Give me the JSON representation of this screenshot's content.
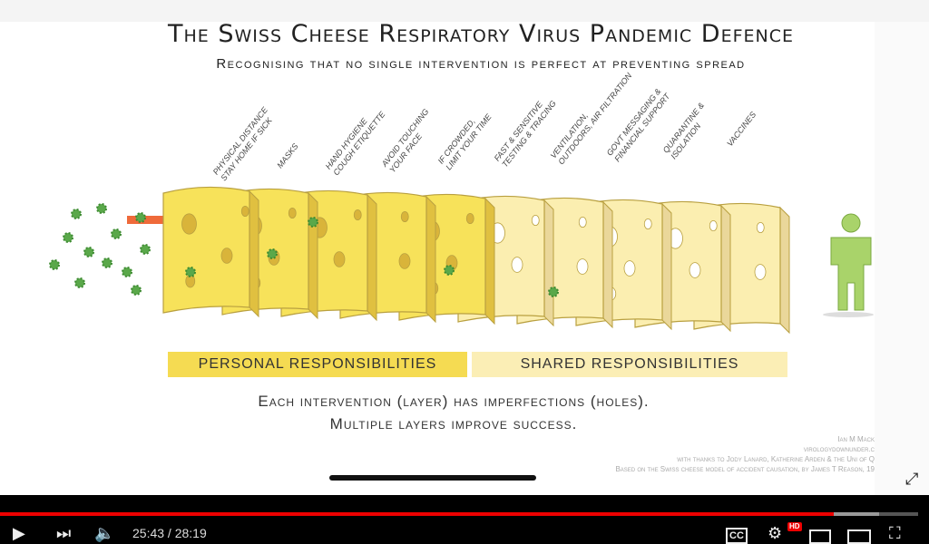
{
  "slide": {
    "title": "The Swiss Cheese Respiratory Virus Pandemic Defence",
    "subtitle": "Recognising that no single intervention is perfect at preventing spread",
    "layers": [
      "Physical distance\nstay home if sick",
      "Masks",
      "Hand hygiene\ncough etiquette",
      "Avoid touching\nyour face",
      "If crowded,\nlimit your time",
      "Fast & sensitive\ntesting & tracing",
      "Ventilation,\noutdoors, air filtration",
      "Govt messaging &\nfinancial support",
      "Quarantine &\nisolation",
      "Vaccines"
    ],
    "personal_label": "Personal responsibilities",
    "shared_label": "Shared responsibilities",
    "message_line1": "Each intervention (layer) has imperfections (holes).",
    "message_line2": "Multiple layers improve success.",
    "credits": [
      "Ian M Mack",
      "virologydownunder.c",
      "with thanks to Jody Lanard, Katherine Arden & the Uni of Q",
      "Based on the Swiss cheese model of accident causation, by James T Reason, 19"
    ],
    "colors": {
      "personal": "#f5db52",
      "shared": "#fbeeb5",
      "virus": "#5aa84a",
      "arrow": "#ef6a3a",
      "person": "#a9d36a"
    }
  },
  "player": {
    "current_time": "25:43",
    "duration": "28:19",
    "time_display": "25:43 / 28:19",
    "played_fraction": 0.908,
    "buffered_fraction": 0.958,
    "hd_badge": "HD",
    "cc_label": "CC"
  }
}
